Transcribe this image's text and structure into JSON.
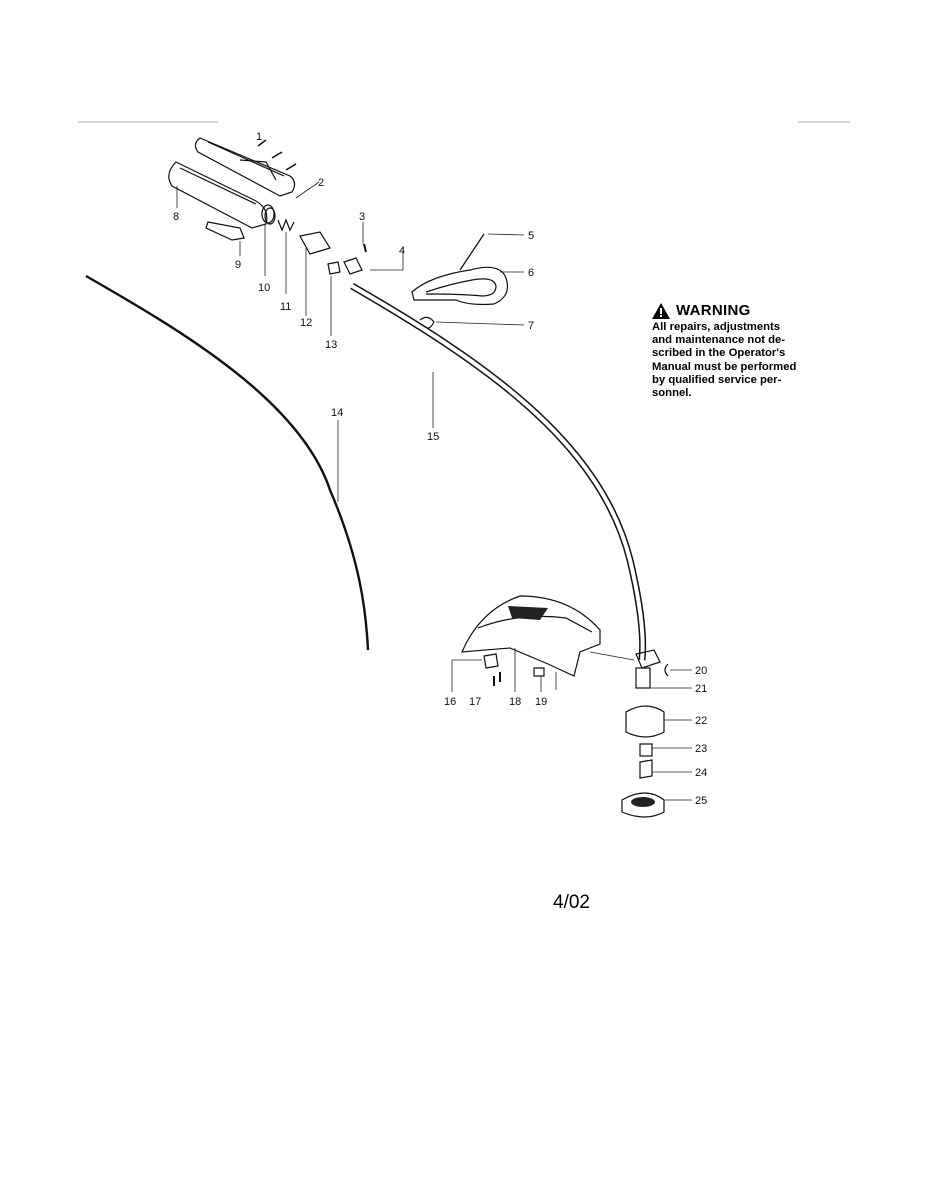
{
  "warning": {
    "title": "WARNING",
    "lines": [
      "All repairs, adjustments",
      "and maintenance not de-",
      "scribed in the Operator's",
      "Manual must be performed",
      "by qualified service per-",
      "sonnel."
    ]
  },
  "footer": {
    "date_code": "4/02"
  },
  "callouts": [
    "1",
    "2",
    "3",
    "4",
    "5",
    "6",
    "7",
    "8",
    "9",
    "10",
    "11",
    "12",
    "13",
    "14",
    "15",
    "16",
    "17",
    "18",
    "19",
    "20",
    "21",
    "22",
    "23",
    "24",
    "25"
  ]
}
